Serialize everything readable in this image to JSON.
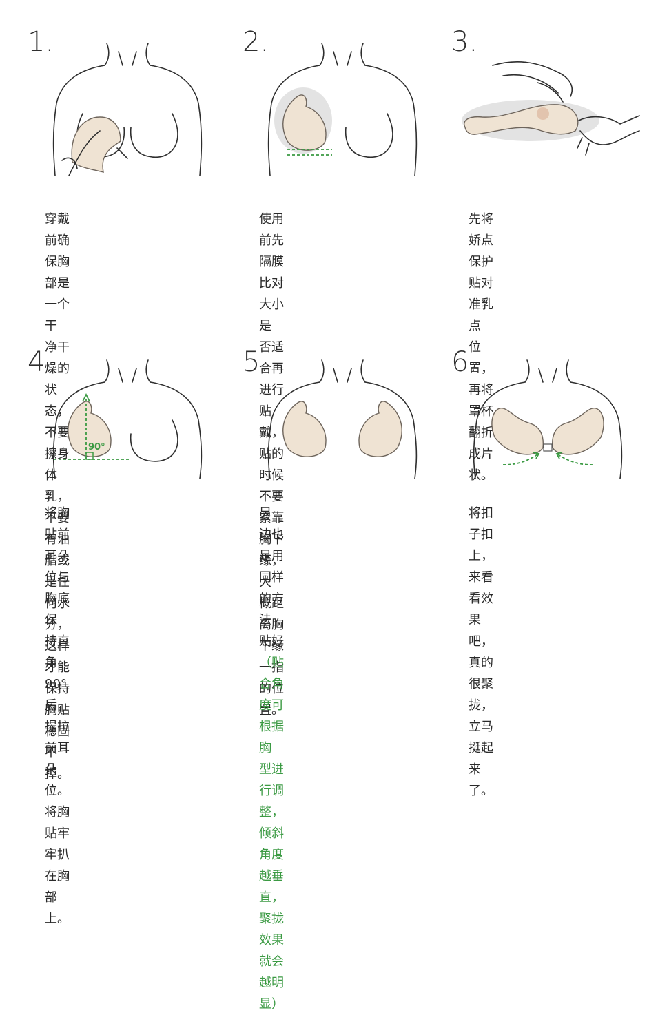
{
  "steps": [
    {
      "number": "1.",
      "lines": [
        "穿戴前确保胸部是一个干",
        "净干燥的状态，不要擦身体",
        "乳，不要有油脂或是任何水",
        "分，这样才能保持胸贴稳固",
        "不掉。"
      ]
    },
    {
      "number": "2.",
      "lines": [
        "使用前先隔膜比对大小是",
        "否适合再进行贴戴，  贴的",
        "时候不要紧靠胸下缘，  大",
        "概距离胸下缘一指的位",
        "置。"
      ]
    },
    {
      "number": "3.",
      "lines": [
        "先将娇点保护贴对准乳点",
        "位置，再将罩杯翻折成片状。"
      ]
    },
    {
      "number": "4.",
      "lines": [
        "将胸贴前耳朵位与胸底保",
        "持直角90°后，提拉前耳朵",
        "位。将胸贴牢牢扒在胸部",
        "上。"
      ],
      "angle_label": "90°"
    },
    {
      "number": "5.",
      "lines": [
        "另一边也是用同样的方法"
      ],
      "line2_plain": "贴好",
      "green_lines": [
        "（贴合角度可根据胸",
        "型进行调整，倾斜角度越垂",
        "直，聚拢效果就会越明显）"
      ]
    },
    {
      "number": "6.",
      "lines": [
        "将扣子扣上，  来看看效果",
        "吧，真的很聚拢，立马挺起",
        "来了。"
      ]
    }
  ],
  "colors": {
    "accent_green": "#3b9a43",
    "pad_fill": "#efe3d3",
    "text": "#2a2a2a"
  }
}
